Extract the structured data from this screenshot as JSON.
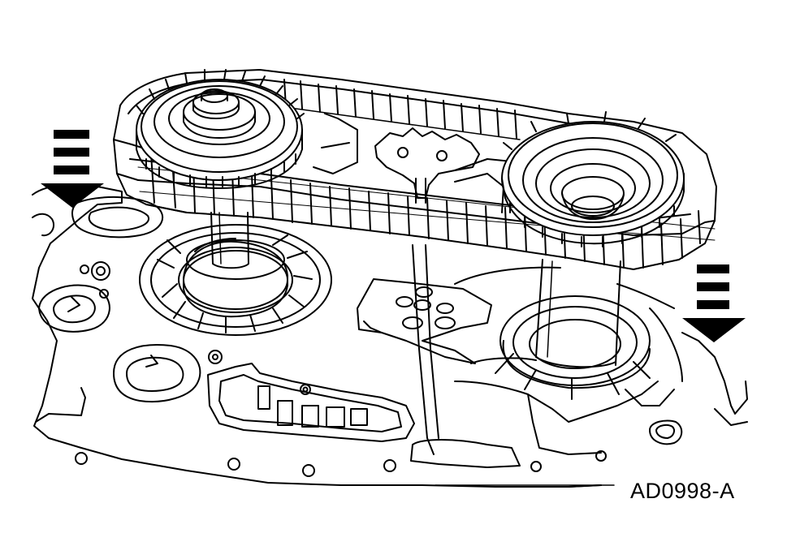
{
  "figure": {
    "id_label": "AD0998-A",
    "line_color": "#000000",
    "background": "#ffffff"
  },
  "icons": {
    "left_arrow": "down-arrow-with-bars",
    "right_arrow": "down-arrow-with-bars"
  }
}
